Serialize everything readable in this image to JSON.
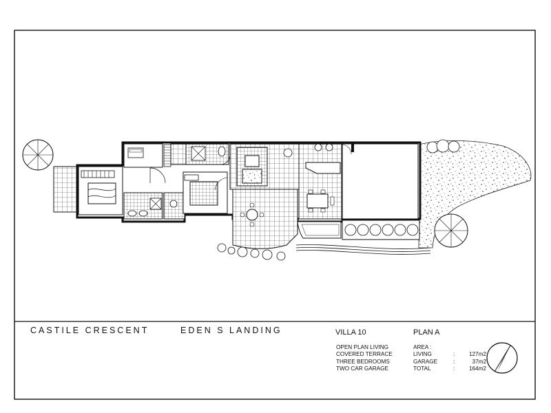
{
  "title_block": {
    "street": "CASTILE CRESCENT",
    "suburb": "EDEN S LANDING",
    "villa": "VILLA 10",
    "plan": "PLAN A",
    "features": [
      "OPEN PLAN LIVING",
      "COVERED TERRACE",
      "THREE BEDROOMS",
      "TWO CAR GARAGE"
    ],
    "area_heading": "AREA :",
    "areas": [
      {
        "label": "LIVING",
        "sep": ":",
        "value": "127m2"
      },
      {
        "label": "GARAGE",
        "sep": ":",
        "value": "37m2"
      },
      {
        "label": "TOTAL",
        "sep": ":",
        "value": "164m2"
      }
    ]
  },
  "icons": {
    "north_arrow": "north-arrow-icon",
    "tree": "tree-icon"
  },
  "colors": {
    "ink": "#111111",
    "paper": "#ffffff"
  }
}
